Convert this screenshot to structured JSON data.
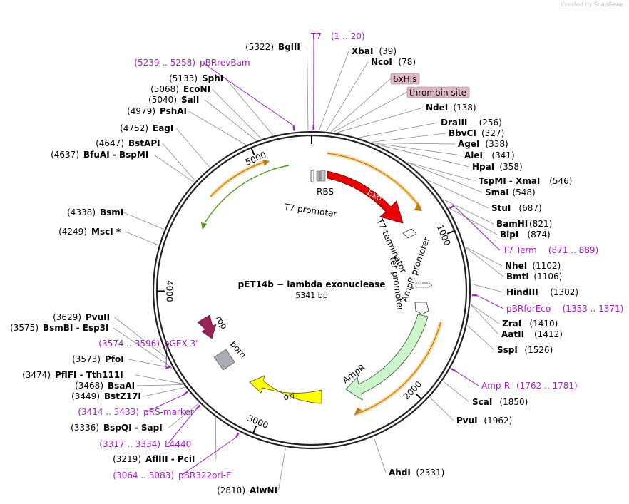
{
  "credit": {
    "prefix": "Created by",
    "brand": "SnapGene"
  },
  "plasmid": {
    "name": "pET14b − lambda exonuclease",
    "size_label": "5341 bp",
    "length": 5341
  },
  "ticks": [
    {
      "bp": 1000,
      "label": "1000"
    },
    {
      "bp": 2000,
      "label": "2000"
    },
    {
      "bp": 3000,
      "label": "3000"
    },
    {
      "bp": 4000,
      "label": "4000"
    },
    {
      "bp": 5000,
      "label": "5000"
    }
  ],
  "sites": [
    {
      "name": "BglII",
      "pos": "(5322)",
      "bp": 5322
    },
    {
      "name": "XbaI",
      "pos": "(39)",
      "bp": 39
    },
    {
      "name": "NcoI",
      "pos": "(78)",
      "bp": 78
    },
    {
      "name": "NdeI",
      "pos": "(138)",
      "bp": 138
    },
    {
      "name": "DraIII",
      "pos": "(256)",
      "bp": 256
    },
    {
      "name": "BbvCI",
      "pos": "(327)",
      "bp": 327
    },
    {
      "name": "AgeI",
      "pos": "(338)",
      "bp": 338
    },
    {
      "name": "AleI",
      "pos": "(341)",
      "bp": 341
    },
    {
      "name": "HpaI",
      "pos": "(358)",
      "bp": 358
    },
    {
      "name": "TspMI - XmaI",
      "pos": "(546)",
      "bp": 546
    },
    {
      "name": "SmaI",
      "pos": "(548)",
      "bp": 548
    },
    {
      "name": "StuI",
      "pos": "(687)",
      "bp": 687
    },
    {
      "name": "BamHI",
      "pos": "(821)",
      "bp": 821
    },
    {
      "name": "BlpI",
      "pos": "(874)",
      "bp": 874
    },
    {
      "name": "NheI",
      "pos": "(1102)",
      "bp": 1102
    },
    {
      "name": "BmtI",
      "pos": "(1106)",
      "bp": 1106
    },
    {
      "name": "HindIII",
      "pos": "(1302)",
      "bp": 1302
    },
    {
      "name": "ZraI",
      "pos": "(1410)",
      "bp": 1410
    },
    {
      "name": "AatII",
      "pos": "(1412)",
      "bp": 1412
    },
    {
      "name": "SspI",
      "pos": "(1526)",
      "bp": 1526
    },
    {
      "name": "ScaI",
      "pos": "(1850)",
      "bp": 1850
    },
    {
      "name": "PvuI",
      "pos": "(1962)",
      "bp": 1962
    },
    {
      "name": "AhdI",
      "pos": "(2331)",
      "bp": 2331
    },
    {
      "name": "AlwNI",
      "pos": "(2810)",
      "bp": 2810
    },
    {
      "name": "AflIII - PciI",
      "pos": "(3219)",
      "bp": 3219
    },
    {
      "name": "BspQI - SapI",
      "pos": "(3336)",
      "bp": 3336
    },
    {
      "name": "BstZ17I",
      "pos": "(3449)",
      "bp": 3449
    },
    {
      "name": "BsaAI",
      "pos": "(3468)",
      "bp": 3468
    },
    {
      "name": "PflFI - Tth111I",
      "pos": "(3474)",
      "bp": 3474
    },
    {
      "name": "PfoI",
      "pos": "(3573)",
      "bp": 3573
    },
    {
      "name": "BsmBI - Esp3I",
      "pos": "(3575)",
      "bp": 3575
    },
    {
      "name": "PvuII",
      "pos": "(3629)",
      "bp": 3629
    },
    {
      "name": "MscI *",
      "pos": "(4249)",
      "bp": 4249
    },
    {
      "name": "BsmI",
      "pos": "(4338)",
      "bp": 4338
    },
    {
      "name": "BfuAI - BspMI",
      "pos": "(4637)",
      "bp": 4637
    },
    {
      "name": "BstAPI",
      "pos": "(4647)",
      "bp": 4647
    },
    {
      "name": "EagI",
      "pos": "(4752)",
      "bp": 4752
    },
    {
      "name": "PshAI",
      "pos": "(4979)",
      "bp": 4979
    },
    {
      "name": "SalI",
      "pos": "(5040)",
      "bp": 5040
    },
    {
      "name": "EcoNI",
      "pos": "(5068)",
      "bp": 5068
    },
    {
      "name": "SphI",
      "pos": "(5133)",
      "bp": 5133
    }
  ],
  "primers": [
    {
      "name": "T7",
      "range": "(1 .. 20)",
      "bp": 10
    },
    {
      "name": "pBRrevBam",
      "range": "(5239 .. 5258)",
      "bp": 5248
    },
    {
      "name": "T7 Term",
      "range": "(871 .. 889)",
      "bp": 880
    },
    {
      "name": "pBRforEco",
      "range": "(1353 .. 1371)",
      "bp": 1362
    },
    {
      "name": "Amp-R",
      "range": "(1762 .. 1781)",
      "bp": 1771
    },
    {
      "name": "pGEX 3'",
      "range": "(3574 .. 3596)",
      "bp": 3585
    },
    {
      "name": "pRS-marker",
      "range": "(3414 .. 3433)",
      "bp": 3423
    },
    {
      "name": "L4440",
      "range": "(3317 .. 3334)",
      "bp": 3325
    },
    {
      "name": "pBR322ori-F",
      "range": "(3064 .. 3083)",
      "bp": 3073
    }
  ],
  "tags": [
    {
      "name": "6xHis"
    },
    {
      "name": "thrombin site"
    }
  ],
  "features": [
    {
      "name": "Exo",
      "color": "#ee0000"
    },
    {
      "name": "T7 terminator"
    },
    {
      "name": "tet promoter"
    },
    {
      "name": "AmpR promoter"
    },
    {
      "name": "AmpR",
      "color": "#ccf5cc"
    },
    {
      "name": "ori",
      "color": "#ffff00"
    },
    {
      "name": "bom",
      "color": "#a8aeb4"
    },
    {
      "name": "rop",
      "color": "#992255"
    },
    {
      "name": "RBS"
    },
    {
      "name": "T7 promoter"
    }
  ],
  "colors": {
    "backbone": "#222222",
    "primer": "#a020c8",
    "orf_glow": "#f5c060",
    "orf_line": "#c07a10",
    "orf_green": "#4a9a10",
    "tag_bg": "#dfb8c4"
  }
}
